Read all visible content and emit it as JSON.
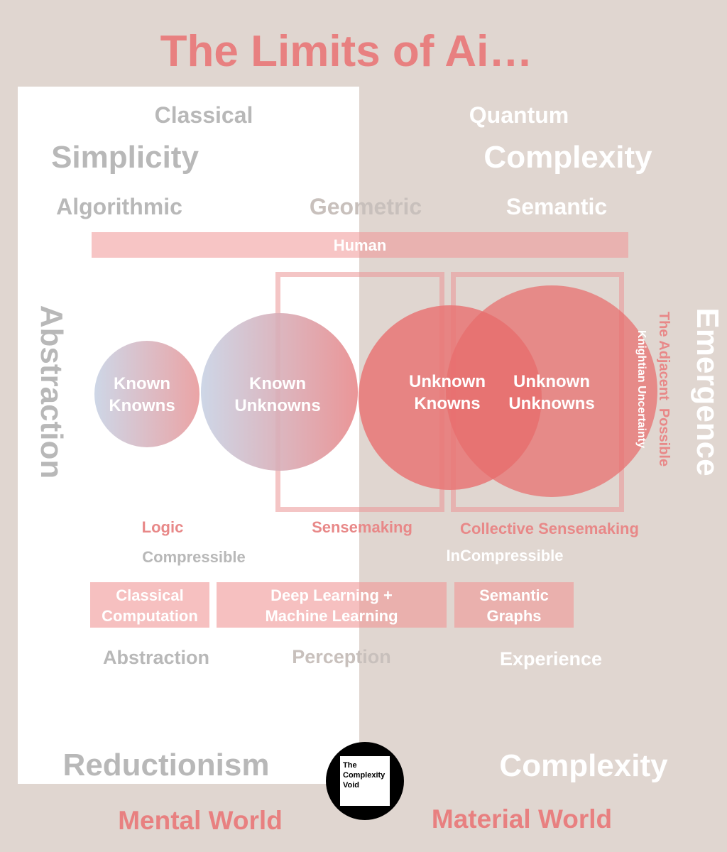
{
  "title": "The Limits of Ai…",
  "top": {
    "classical": "Classical",
    "quantum": "Quantum",
    "simplicity": "Simplicity",
    "complexity": "Complexity",
    "algorithmic": "Algorithmic",
    "geometric": "Geometric",
    "semantic": "Semantic"
  },
  "human_bar": "Human",
  "sides": {
    "left": "Abstraction",
    "right": "Emergence",
    "adjacent_possible": "The Adjacent  Possible",
    "knightian": "Knightian Uncertainty"
  },
  "circles": {
    "known_knowns": "Known\nKnowns",
    "known_unknowns": "Known\nUnknowns",
    "unknown_knowns": "Unknown\nKnowns",
    "unknown_unknowns": "Unknown\nUnknowns"
  },
  "sense": {
    "logic": "Logic",
    "sensemaking": "Sensemaking",
    "collective": "Collective Sensemaking"
  },
  "compress": {
    "compressible": "Compressible",
    "incompressible": "InCompressible"
  },
  "boxes": {
    "classical": "Classical\nComputation",
    "deep": "Deep Learning +\nMachine Learning",
    "semantic": "Semantic\nGraphs"
  },
  "modes": {
    "abstraction": "Abstraction",
    "perception": "Perception",
    "experience": "Experience"
  },
  "bottom": {
    "reductionism": "Reductionism",
    "complexity": "Complexity",
    "mental": "Mental World",
    "material": "Material World"
  },
  "logo": "The\nComplexity\nVoid",
  "colors": {
    "background": "#e0d6d0",
    "panel": "#ffffff",
    "accent": "#e88080",
    "muted": "#b8b8b8"
  }
}
